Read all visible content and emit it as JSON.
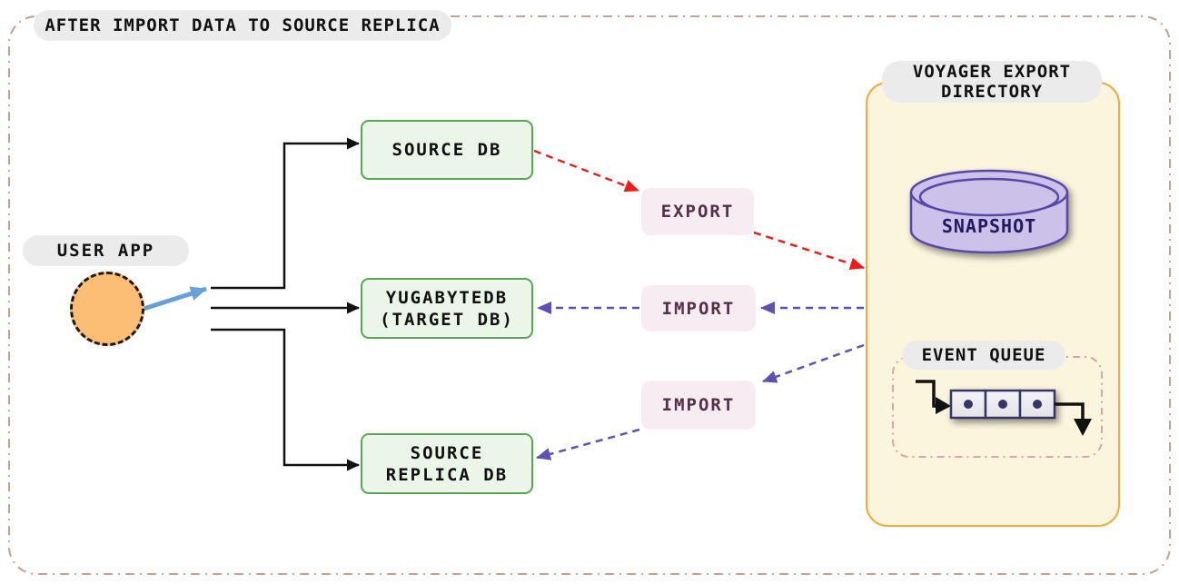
{
  "title": "AFTER IMPORT DATA TO SOURCE REPLICA",
  "user_app": {
    "label": "USER APP"
  },
  "databases": {
    "source_db": {
      "label": "SOURCE DB"
    },
    "target_db": {
      "line1": "YUGABYTEDB",
      "line2": "(TARGET DB)"
    },
    "source_replica_db": {
      "line1": "SOURCE",
      "line2": "REPLICA DB"
    }
  },
  "flow_labels": {
    "export": "EXPORT",
    "import_to_target": "IMPORT",
    "import_to_replica": "IMPORT"
  },
  "voyager": {
    "title_line1": "VOYAGER EXPORT",
    "title_line2": "DIRECTORY",
    "snapshot_label": "SNAPSHOT",
    "event_queue_label": "EVENT QUEUE",
    "event_queue_item_count": 3
  },
  "colors": {
    "outer_border": "#c2a391",
    "pill_bg": "#ebebeb",
    "db_fill": "#ebf6e8",
    "db_border": "#57a757",
    "flow_label_bg": "#f7ecf2",
    "flow_label_text": "#54304a",
    "export_arrow": "#ee1c1c",
    "import_arrow": "#6150b4",
    "user_arrow": "#68a0d8",
    "user_circle_fill": "#fcbd74",
    "voyager_fill": "#fcf5dd",
    "voyager_border": "#edac3d",
    "snapshot_fill": "#ccc1e8",
    "snapshot_border": "#5747a9",
    "snapshot_text": "#221a5e",
    "queue_cell_border": "#34346a",
    "event_queue_box_border": "#d0a8a8"
  }
}
